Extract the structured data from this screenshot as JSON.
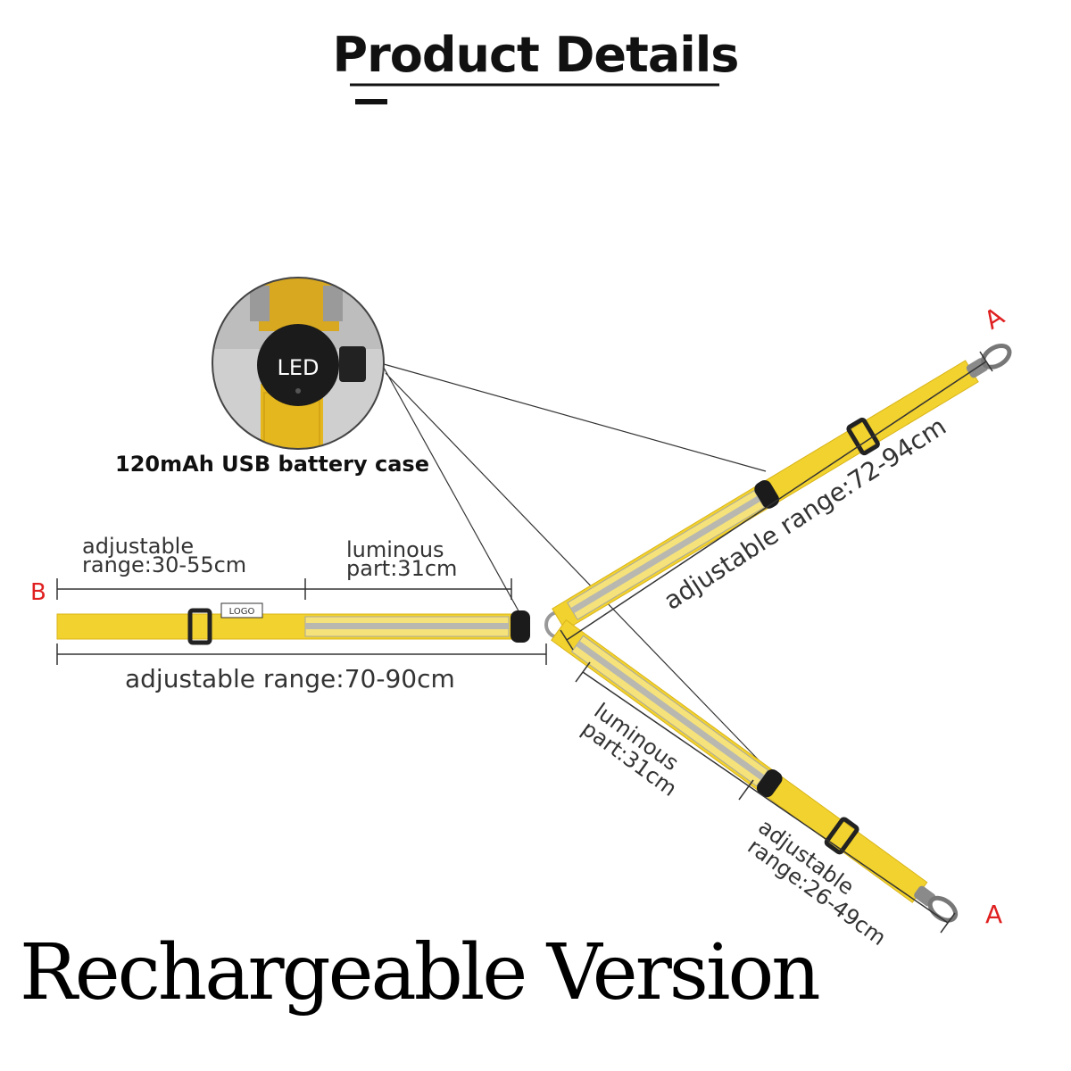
{
  "header": {
    "title": "Product Details"
  },
  "inset": {
    "button_label": "LED",
    "caption": "120mAh USB battery case"
  },
  "labels": {
    "b_marker": "B",
    "a_marker_top": "A",
    "a_marker_bottom": "A",
    "left_adjust_line1": "adjustable",
    "left_adjust_line2": "range:30-55cm",
    "left_lum_line1": "luminous",
    "left_lum_line2": "part:31cm",
    "left_total": "adjustable range:70-90cm",
    "upper_range": "adjustable range:72-94cm",
    "lower_lum_line1": "luminous",
    "lower_lum_line2": "part:31cm",
    "lower_adjust_line1": "adjustable",
    "lower_adjust_line2": "range:26-49cm",
    "logo_tag": "LOGO"
  },
  "colors": {
    "strap": "#f2d22e",
    "strap_dark": "#d9b51a",
    "reflective": "#b8b8b0",
    "marker_red": "#e02020"
  },
  "footer": {
    "title": "Rechargeable Version"
  }
}
